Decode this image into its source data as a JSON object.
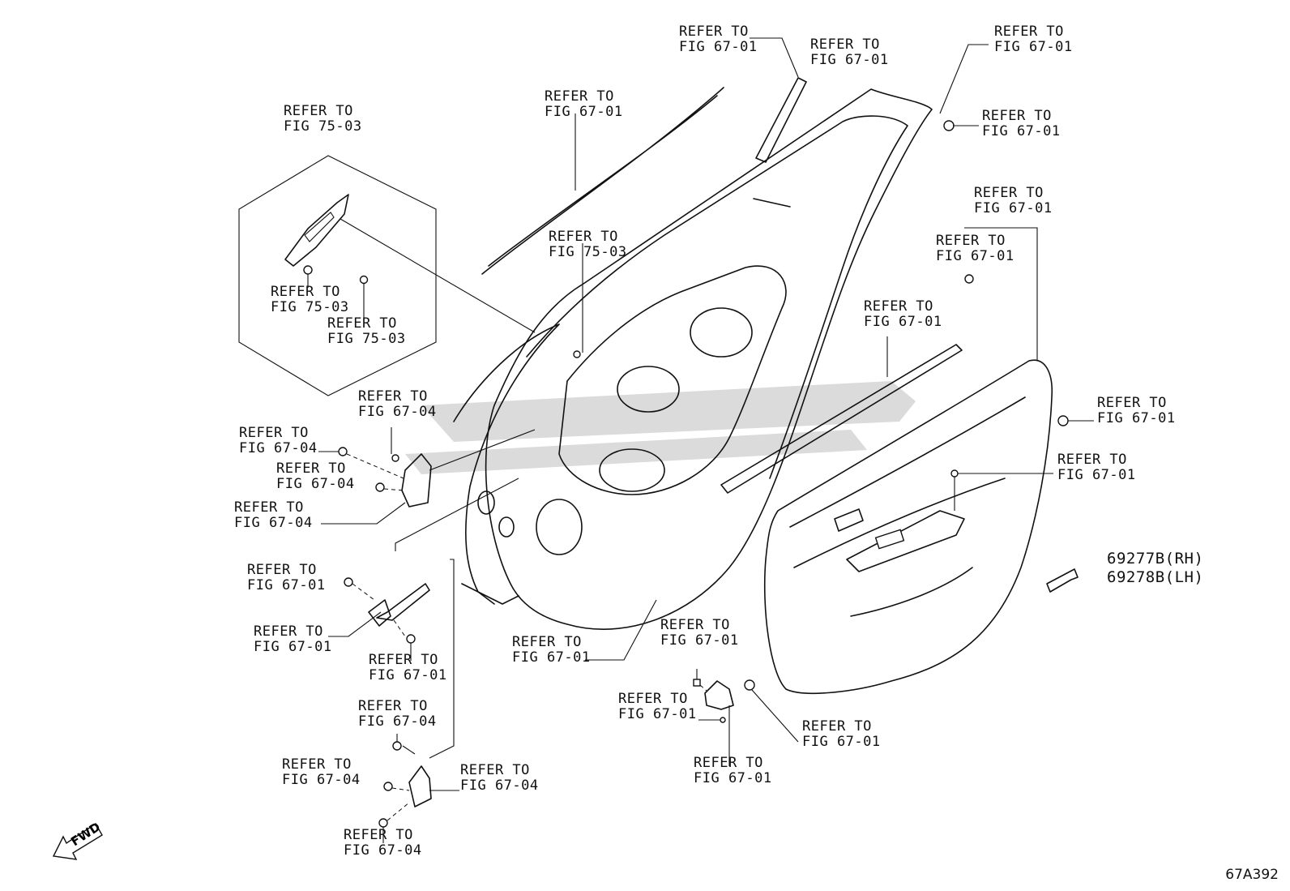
{
  "refs": {
    "r01": [
      "REFER TO",
      "FIG 67-01"
    ],
    "r02": [
      "REFER TO",
      "FIG 67-01"
    ],
    "r03": [
      "REFER TO",
      "FIG 67-01"
    ],
    "r04": [
      "REFER TO",
      "FIG 67-01"
    ],
    "r05": [
      "REFER TO",
      "FIG 67-01"
    ],
    "r06": [
      "REFER TO",
      "FIG 75-03"
    ],
    "r07": [
      "REFER TO",
      "FIG 75-03"
    ],
    "r08": [
      "REFER TO",
      "FIG 67-01"
    ],
    "r09": [
      "REFER TO",
      "FIG 67-01"
    ],
    "r10": [
      "REFER TO",
      "FIG 75-03"
    ],
    "r11": [
      "REFER TO",
      "FIG 75-03"
    ],
    "r12": [
      "REFER TO",
      "FIG 67-01"
    ],
    "r13": [
      "REFER TO",
      "FIG 67-04"
    ],
    "r14": [
      "REFER TO",
      "FIG 67-04"
    ],
    "r15": [
      "REFER TO",
      "FIG 67-04"
    ],
    "r16": [
      "REFER TO",
      "FIG 67-01"
    ],
    "r17": [
      "REFER TO",
      "FIG 67-04"
    ],
    "r18": [
      "REFER TO",
      "FIG 67-01"
    ],
    "r19": [
      "REFER TO",
      "FIG 67-01"
    ],
    "r20": [
      "REFER TO",
      "FIG 67-01"
    ],
    "r21": [
      "REFER TO",
      "FIG 67-01"
    ],
    "r22": [
      "REFER TO",
      "FIG 67-01"
    ],
    "r23": [
      "REFER TO",
      "FIG 67-01"
    ],
    "r24": [
      "REFER TO",
      "FIG 67-04"
    ],
    "r25": [
      "REFER TO",
      "FIG 67-04"
    ],
    "r26": [
      "REFER TO",
      "FIG 67-04"
    ],
    "r27": [
      "REFER TO",
      "FIG 67-01"
    ],
    "r28": [
      "REFER TO",
      "FIG 67-01"
    ],
    "r29": [
      "REFER TO",
      "FIG 67-04"
    ],
    "r30": [
      "REFER TO",
      "FIG 67-01"
    ]
  },
  "part_numbers": {
    "rh": "69277B(RH)",
    "lh": "69278B(LH)"
  },
  "direction_arrow": "FWD",
  "figure_code": "67A392",
  "icons": {
    "forward_arrow": "fwd-arrow-icon",
    "trim_clip": "trim-part-icon"
  }
}
